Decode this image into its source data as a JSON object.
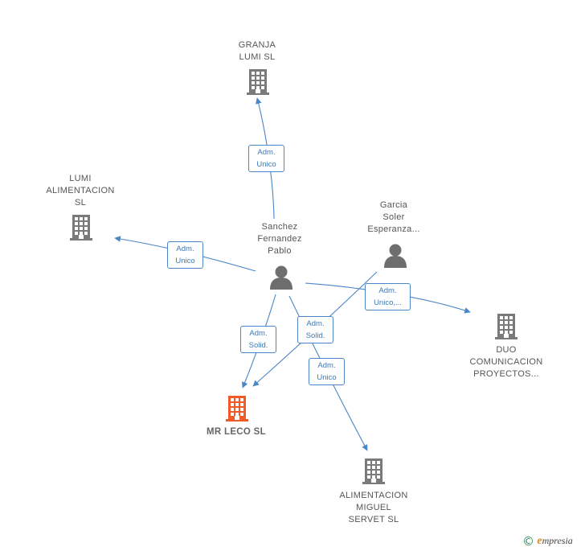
{
  "nodes": {
    "granja": {
      "label": "GRANJA\nLUMI  SL",
      "type": "company"
    },
    "lumi_alimentacion": {
      "label": "LUMI\nALIMENTACION\nSL",
      "type": "company"
    },
    "sanchez": {
      "label": "Sanchez\nFernandez\nPablo",
      "type": "person"
    },
    "garcia": {
      "label": "Garcia\nSoler\nEsperanza...",
      "type": "person"
    },
    "duo": {
      "label": "DUO\nCOMUNICACION\nPROYECTOS...",
      "type": "company"
    },
    "mr_leco": {
      "label": "MR LECO  SL",
      "type": "company-focus"
    },
    "alimentacion_miguel": {
      "label": "ALIMENTACION\nMIGUEL\nSERVET  SL",
      "type": "company"
    }
  },
  "edges": {
    "sanchez_granja": "Adm.\nUnico",
    "sanchez_lumi": "Adm.\nUnico",
    "sanchez_duo": "Adm.\nUnico,...",
    "sanchez_mrleco": "Adm.\nSolid.",
    "garcia_mrleco": "Adm.\nSolid.",
    "sanchez_miguel": "Adm.\nUnico"
  },
  "colors": {
    "edge": "#4a86c8",
    "company_icon": "#7a7a7a",
    "focus_icon": "#f05a28",
    "person_icon": "#6e6e6e"
  },
  "footer": {
    "copyright": "©",
    "brand_initial": "e",
    "brand_rest": "mpresia"
  }
}
